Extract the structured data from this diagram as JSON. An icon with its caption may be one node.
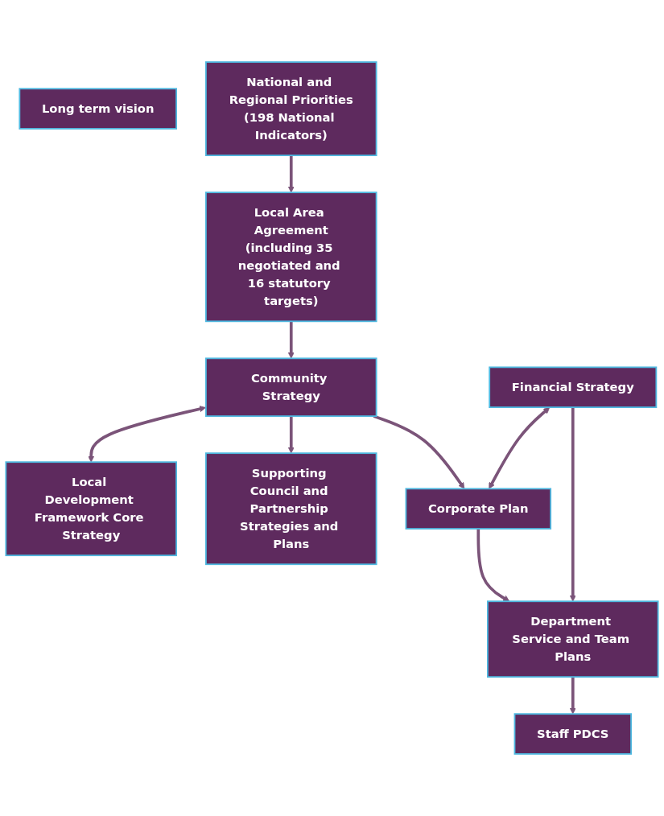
{
  "diagram": {
    "nodes": [
      {
        "text": [
          "Long term vision"
        ]
      },
      {
        "text": [
          "National and Regional Priorities",
          "(198 National Indicators)"
        ]
      },
      {
        "text": [
          "Local Area Agreement",
          "(including 35 negotiated and 16 statutory targets)"
        ]
      },
      {
        "text": [
          "Community Strategy"
        ]
      },
      {
        "text": [
          "Local Development Framework Core Strategy"
        ]
      },
      {
        "text": [
          "Supporting Council and Partnership Strategies and Plans"
        ]
      },
      {
        "text": [
          "Financial Strategy"
        ]
      },
      {
        "text": [
          "Corporate Plan"
        ]
      },
      {
        "text": [
          "Department Service and Team Plans"
        ]
      },
      {
        "text": [
          "Staff PDCS"
        ]
      }
    ],
    "edges": [
      {
        "from": 1,
        "to": 2,
        "arrow": "to"
      },
      {
        "from": 2,
        "to": 3,
        "arrow": "to"
      },
      {
        "from": 3,
        "to": 4,
        "arrow": "both"
      },
      {
        "from": 3,
        "to": 5,
        "arrow": "to"
      },
      {
        "from": 3,
        "to": 7,
        "arrow": "to"
      },
      {
        "from": 6,
        "to": 7,
        "arrow": "both"
      },
      {
        "from": 6,
        "to": 8,
        "arrow": "to"
      },
      {
        "from": 7,
        "to": 8,
        "arrow": "to"
      },
      {
        "from": 8,
        "to": 9,
        "arrow": "to"
      }
    ]
  }
}
